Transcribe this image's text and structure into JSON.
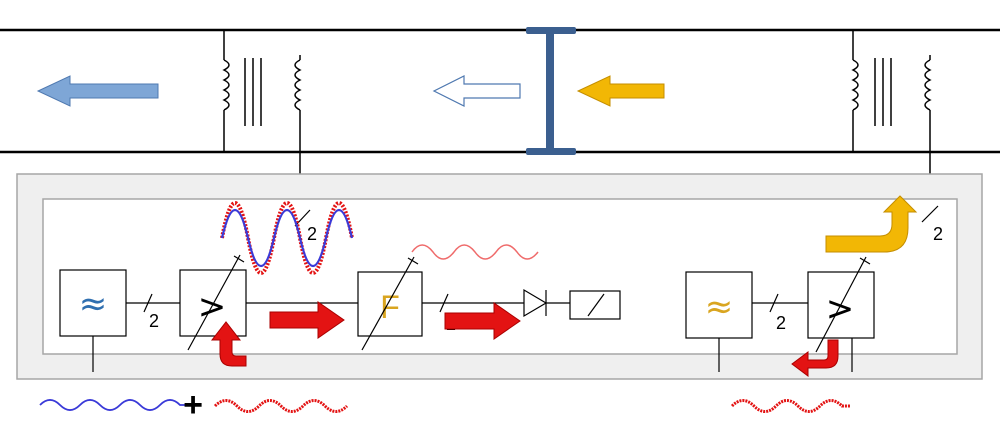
{
  "labels": {
    "bus_count_left": "2",
    "bus_count_left2": "2",
    "bus_count_right": "2",
    "bus_count_vertical": "2",
    "bus_count_right_vertical": "2",
    "filter_left_symbol": "≈",
    "filter_right_symbol": "≈",
    "amplifier_left_symbol": ">",
    "amplifier_right_symbol": ">",
    "filter_block_symbol": "F",
    "plus_sign": "+"
  },
  "colors": {
    "rail": "#000000",
    "insulator_blue": "#3b5f8f",
    "arrow_blue": "#7ea6d6",
    "arrow_blue_stroke": "#4f79b0",
    "arrow_yellow": "#f2b705",
    "arrow_red": "#e31313",
    "wave_blue": "#3a3ad8",
    "wave_red": "#e31313",
    "wave_pink": "#ef6b6b",
    "filter_blue": "#2f6fb0",
    "filter_yellow": "#d9a520",
    "panel_border": "#a6a6a6",
    "panel_fill": "#efefef"
  },
  "icons": {
    "transformer": "transformer-icon",
    "diode": "diode-icon",
    "relay": "relay-icon",
    "insulated_joint": "insulated-rail-joint-icon"
  }
}
